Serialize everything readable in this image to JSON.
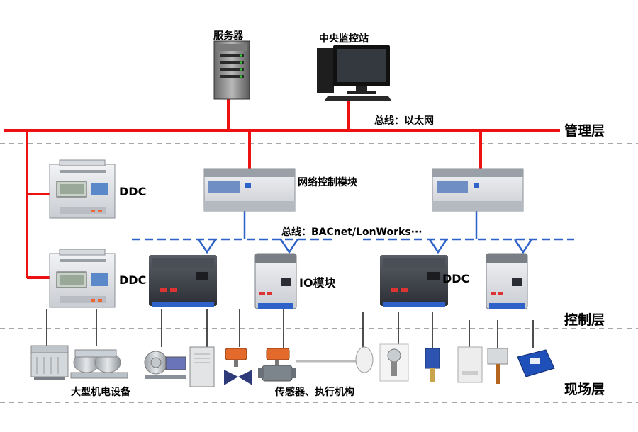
{
  "labels": {
    "server": "服务器",
    "central_station": "中央监控站",
    "bus_ethernet": "总线：以太网",
    "management_layer": "管理层",
    "ddc_1": "DDC",
    "ddc_2": "DDC",
    "ddc_3": "DDC",
    "network_module": "网络控制模块",
    "bus_field": "总线：BACnet/LonWorks···",
    "io_module": "IO模块",
    "control_layer": "控制层",
    "field_layer": "现场层",
    "large_equipment": "大型机电设备",
    "sensors_actuators": "传感器、执行机构"
  },
  "colors": {
    "ethernet_bus": "#ee1111",
    "field_bus": "#2f62c8",
    "layer_divider": "#8a8a8a"
  },
  "icons": [
    "server-icon",
    "computer-icon",
    "ddc-controller-icon",
    "network-module-icon",
    "io-module-icon",
    "cooling-tower-icon",
    "chiller-icon",
    "pump-icon",
    "cabinet-icon",
    "valve-icon",
    "sensor-icon",
    "pressure-sensor-icon",
    "flow-switch-icon",
    "room-sensor-icon",
    "duct-sensor-icon",
    "transmitter-icon"
  ]
}
